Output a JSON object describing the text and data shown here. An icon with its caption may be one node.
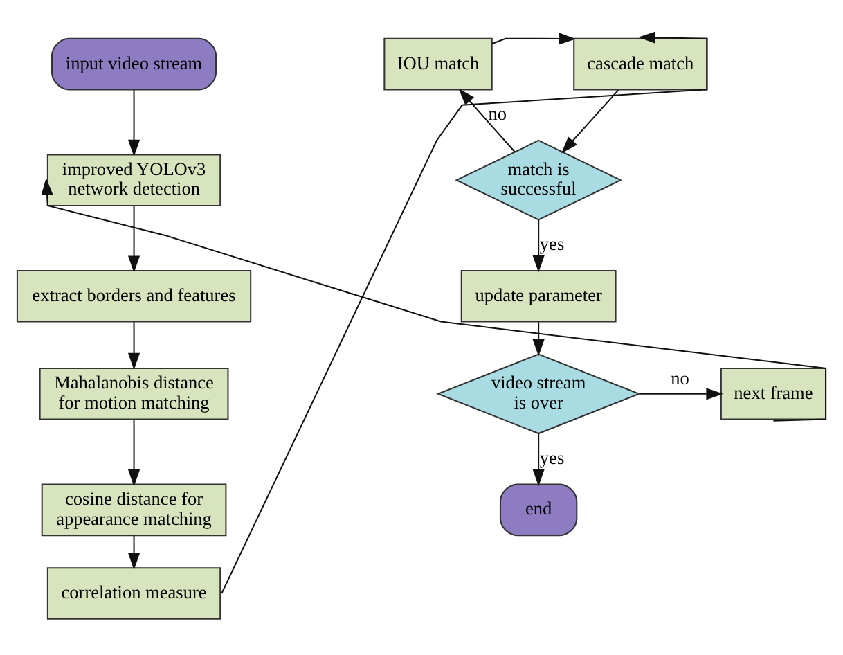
{
  "diagram": {
    "nodes": [
      {
        "text": [
          "input video stream"
        ]
      },
      {
        "text": [
          "improved YOLOv3 network detection"
        ]
      },
      {
        "text": [
          "extract borders and features"
        ]
      },
      {
        "text": [
          "Mahalanobis distance for motion matching"
        ]
      },
      {
        "text": [
          "cosine distance for appearance matching"
        ]
      },
      {
        "text": [
          "correlation measure"
        ]
      },
      {
        "text": [
          "cascade match"
        ]
      },
      {
        "text": [
          "IOU match"
        ]
      },
      {
        "text": [
          "match is successful"
        ]
      },
      {
        "text": [
          "update parameter"
        ]
      },
      {
        "text": [
          "video stream is over"
        ]
      },
      {
        "text": [
          "next frame"
        ]
      },
      {
        "text": [
          "end"
        ]
      }
    ],
    "edges": [
      {
        "from": 0,
        "to": 1,
        "arrow": "to"
      },
      {
        "from": 1,
        "to": 2,
        "arrow": "to"
      },
      {
        "from": 2,
        "to": 3,
        "arrow": "to"
      },
      {
        "from": 3,
        "to": 4,
        "arrow": "to"
      },
      {
        "from": 4,
        "to": 5,
        "arrow": "to"
      },
      {
        "from": 5,
        "to": 6,
        "arrow": "to"
      },
      {
        "from": 6,
        "to": 8,
        "arrow": "to"
      },
      {
        "from": 8,
        "to": 7,
        "arrow": "to",
        "label": "no"
      },
      {
        "from": 7,
        "to": 6,
        "arrow": "to"
      },
      {
        "from": 8,
        "to": 9,
        "arrow": "to",
        "label": "yes"
      },
      {
        "from": 9,
        "to": 10,
        "arrow": "to"
      },
      {
        "from": 10,
        "to": 11,
        "arrow": "to",
        "label": "no"
      },
      {
        "from": 10,
        "to": 12,
        "arrow": "to",
        "label": "yes"
      },
      {
        "from": 11,
        "to": 1,
        "arrow": "to"
      }
    ]
  }
}
